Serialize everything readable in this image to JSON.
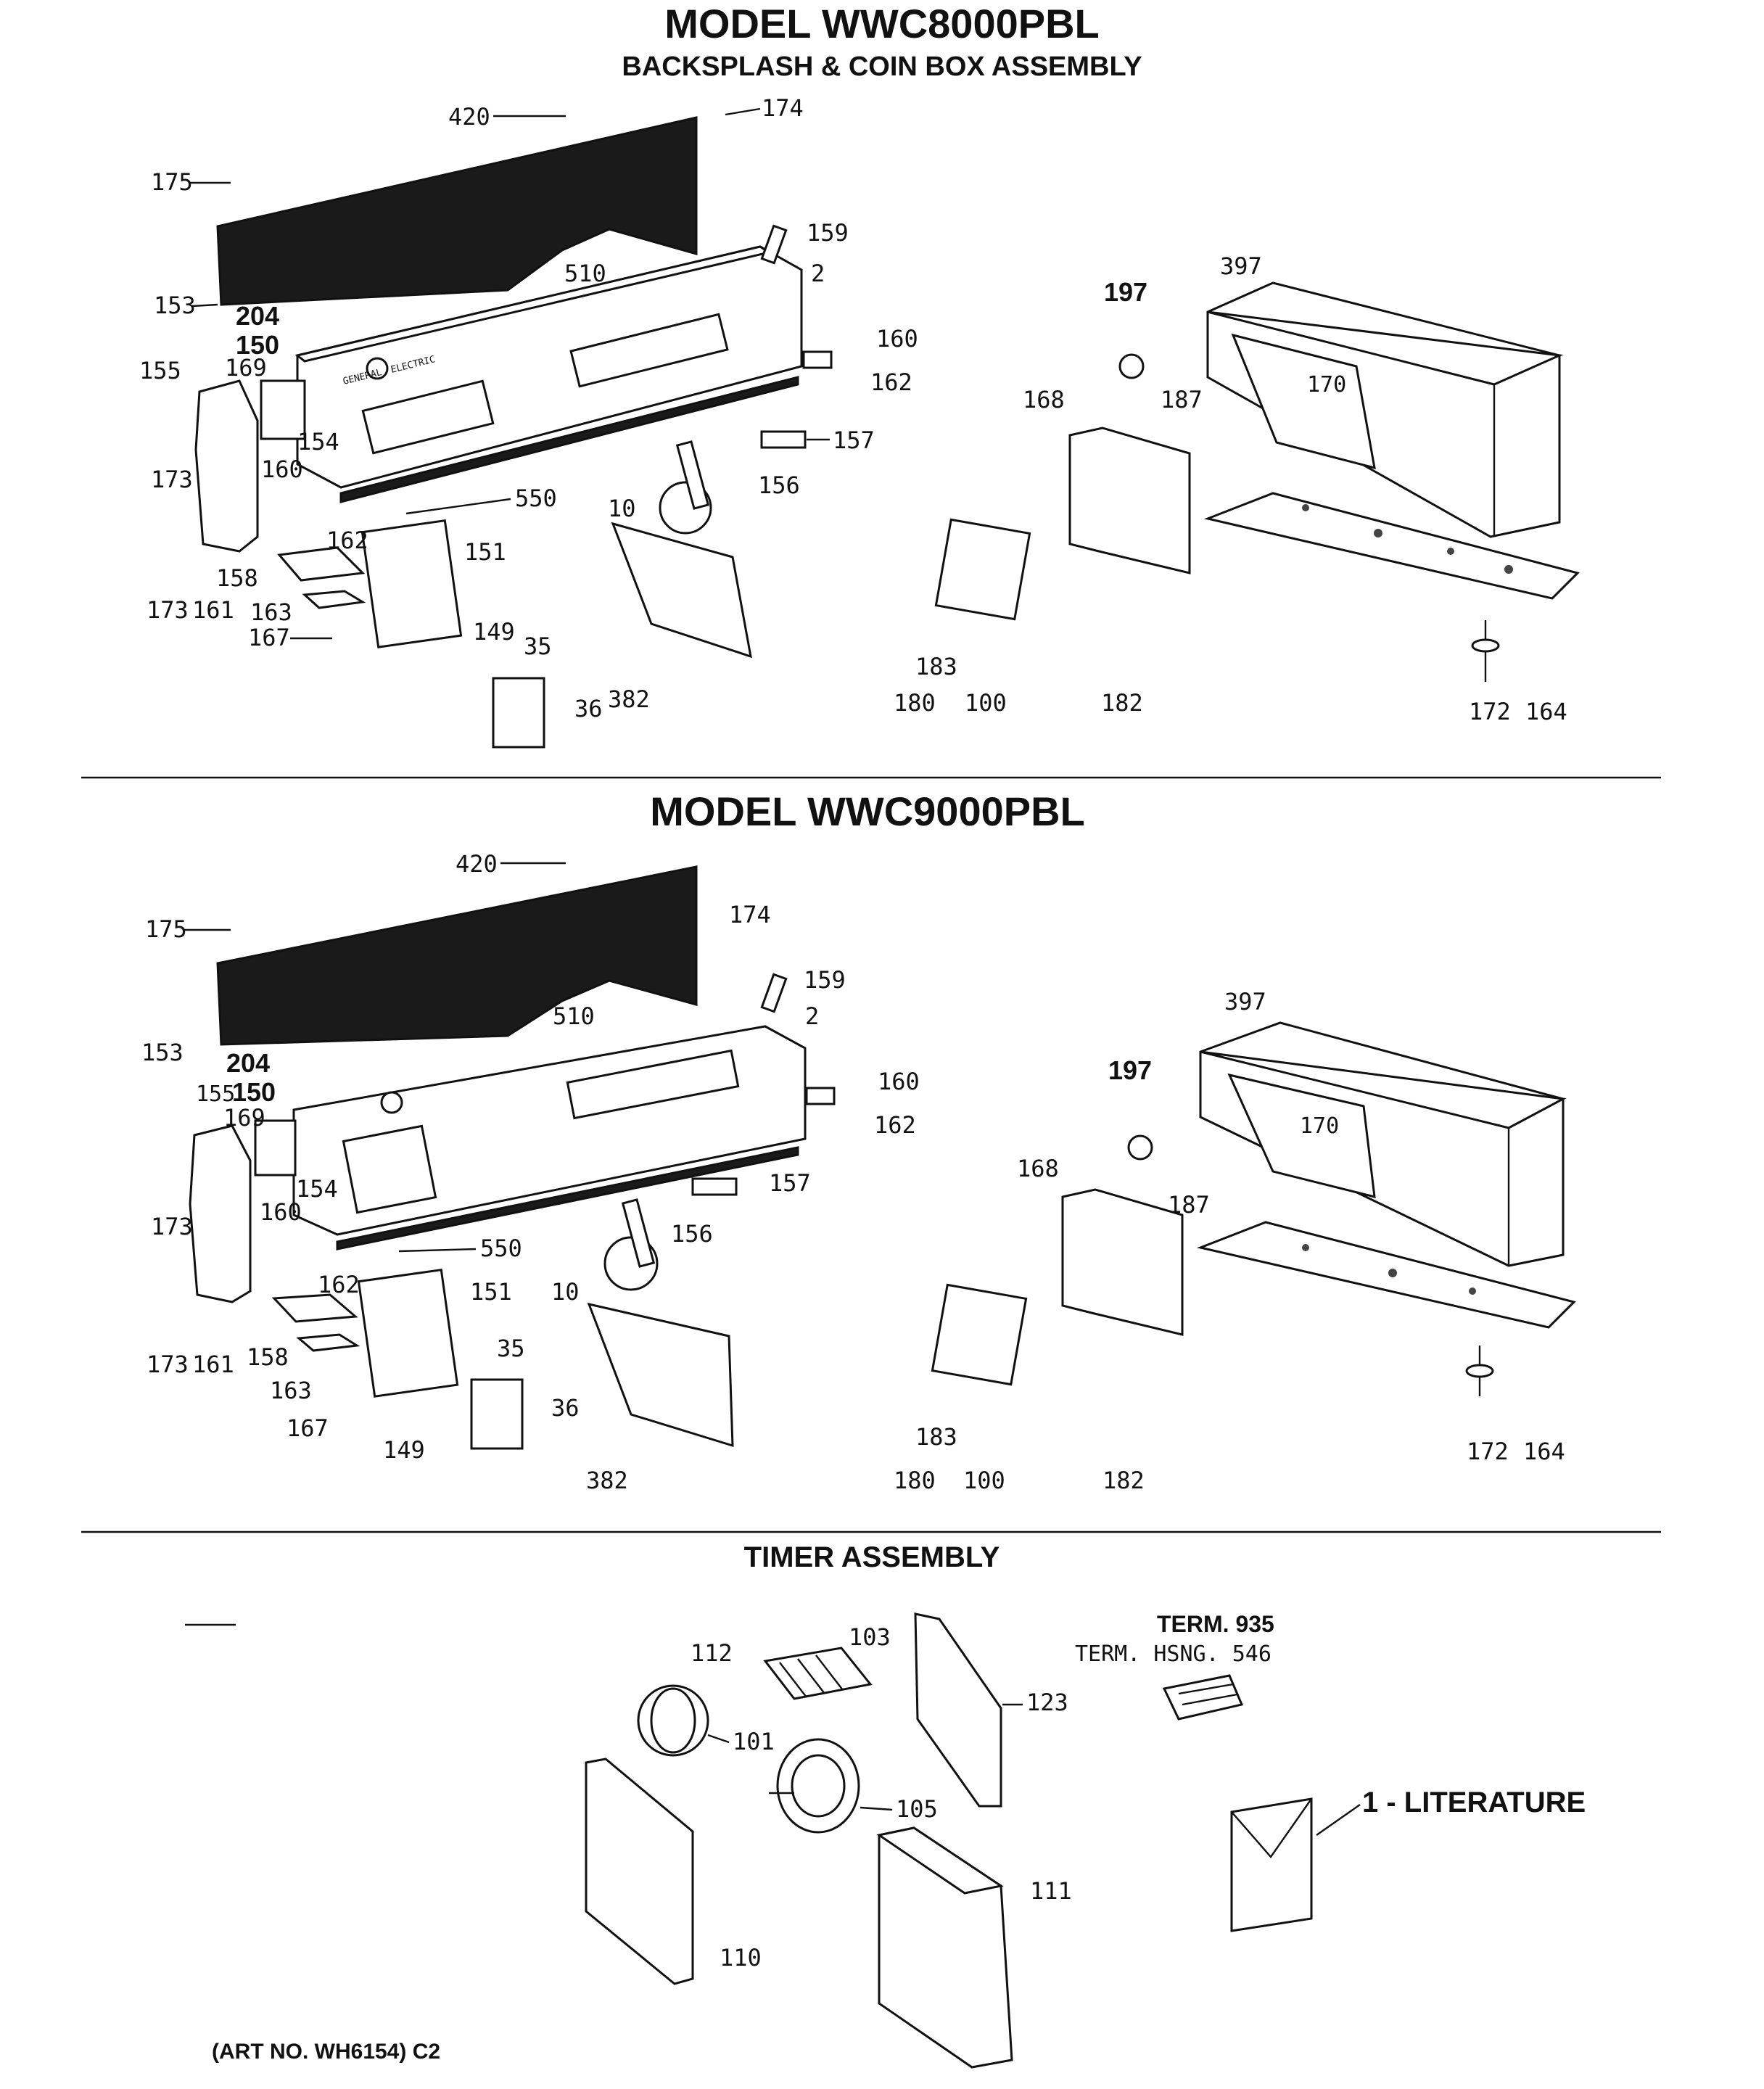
{
  "sections": [
    {
      "title": "MODEL WWC8000PBL",
      "subtitle": "BACKSPLASH & COIN BOX ASSEMBLY",
      "callouts": [
        "420",
        "174",
        "175",
        "159",
        "510",
        "2",
        "153",
        "204",
        "150",
        "160",
        "155",
        "169",
        "162",
        "154",
        "157",
        "173",
        "160",
        "156",
        "550",
        "10",
        "162",
        "151",
        "173",
        "161",
        "158",
        "163",
        "167",
        "149",
        "35",
        "36",
        "382",
        "197",
        "397",
        "168",
        "187",
        "170",
        "183",
        "180",
        "100",
        "182",
        "172",
        "164"
      ]
    },
    {
      "title": "MODEL WWC9000PBL",
      "callouts": [
        "420",
        "174",
        "175",
        "159",
        "510",
        "2",
        "153",
        "204",
        "150",
        "155",
        "169",
        "160",
        "162",
        "154",
        "157",
        "173",
        "160",
        "156",
        "550",
        "10",
        "162",
        "151",
        "173",
        "161",
        "158",
        "163",
        "167",
        "35",
        "36",
        "149",
        "382",
        "197",
        "397",
        "168",
        "187",
        "170",
        "183",
        "180",
        "100",
        "182",
        "172",
        "164"
      ]
    },
    {
      "title": "TIMER ASSEMBLY",
      "callouts": [
        "112",
        "103",
        "123",
        "101",
        "105",
        "110",
        "111"
      ],
      "terminal_labels": [
        "TERM. 935",
        "TERM. HSNG. 546"
      ],
      "literature_label": "1 - LITERATURE"
    }
  ],
  "panel_branding": [
    "GENERAL",
    "ELECTRIC"
  ],
  "art_number": "(ART NO. WH6154) C2"
}
